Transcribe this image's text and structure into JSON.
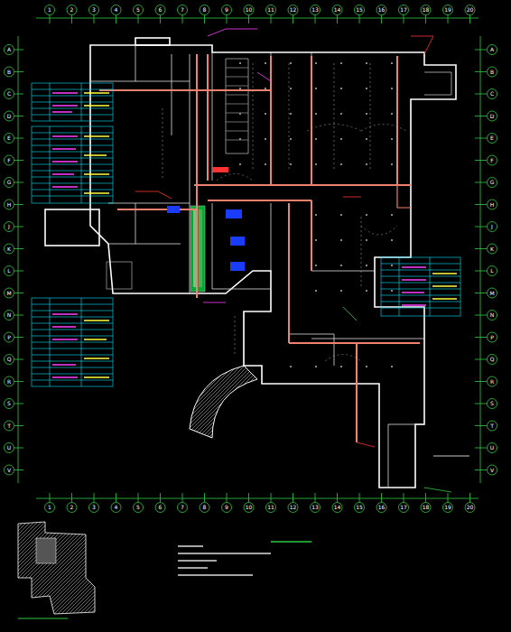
{
  "diagram": {
    "labels": [
      "1",
      "2",
      "3",
      "4",
      "5",
      "6",
      "7",
      "8",
      "9",
      "10",
      "11",
      "12",
      "13",
      "14",
      "15",
      "16",
      "17",
      "18",
      "19",
      "20",
      "1",
      "2",
      "3",
      "4",
      "5",
      "6",
      "7",
      "8",
      "9",
      "10",
      "11",
      "12",
      "13",
      "14",
      "15",
      "16",
      "17",
      "18",
      "19",
      "20",
      "A",
      "B",
      "C",
      "D",
      "E",
      "F",
      "G",
      "H",
      "J",
      "K",
      "L",
      "M",
      "N",
      "P",
      "Q",
      "R",
      "S",
      "T",
      "U",
      "V",
      "A",
      "B",
      "C",
      "D",
      "E",
      "F",
      "G",
      "H",
      "J",
      "K",
      "L",
      "M",
      "N",
      "P",
      "Q",
      "R",
      "S",
      "T",
      "U",
      "V"
    ]
  }
}
